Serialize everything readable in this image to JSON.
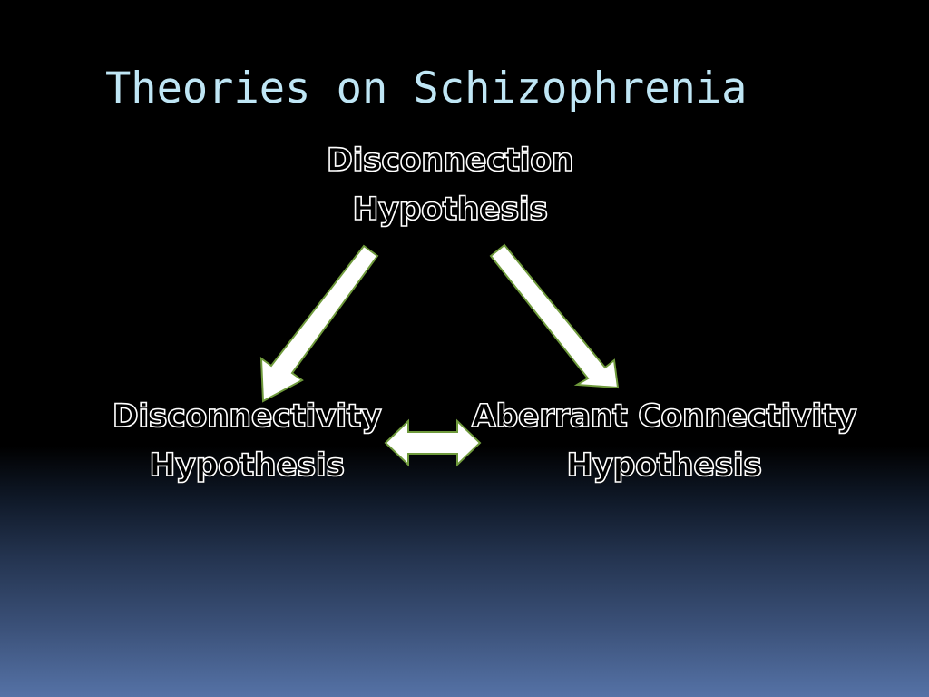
{
  "slide": {
    "title": "Theories on Schizophrenia"
  },
  "diagram": {
    "nodes": {
      "top": {
        "line1": "Disconnection",
        "line2": "Hypothesis"
      },
      "left": {
        "line1": "Disconnectivity",
        "line2": "Hypothesis"
      },
      "right": {
        "line1": "Aberrant Connectivity",
        "line2": "Hypothesis"
      }
    },
    "arrows": [
      {
        "from": "top",
        "to": "left",
        "type": "single"
      },
      {
        "from": "top",
        "to": "right",
        "type": "single"
      },
      {
        "from": "left",
        "to": "right",
        "type": "double"
      }
    ],
    "colors": {
      "arrow_fill": "#ffffff",
      "arrow_outline": "#6f9a3c",
      "title": "#bfe6f5"
    }
  }
}
